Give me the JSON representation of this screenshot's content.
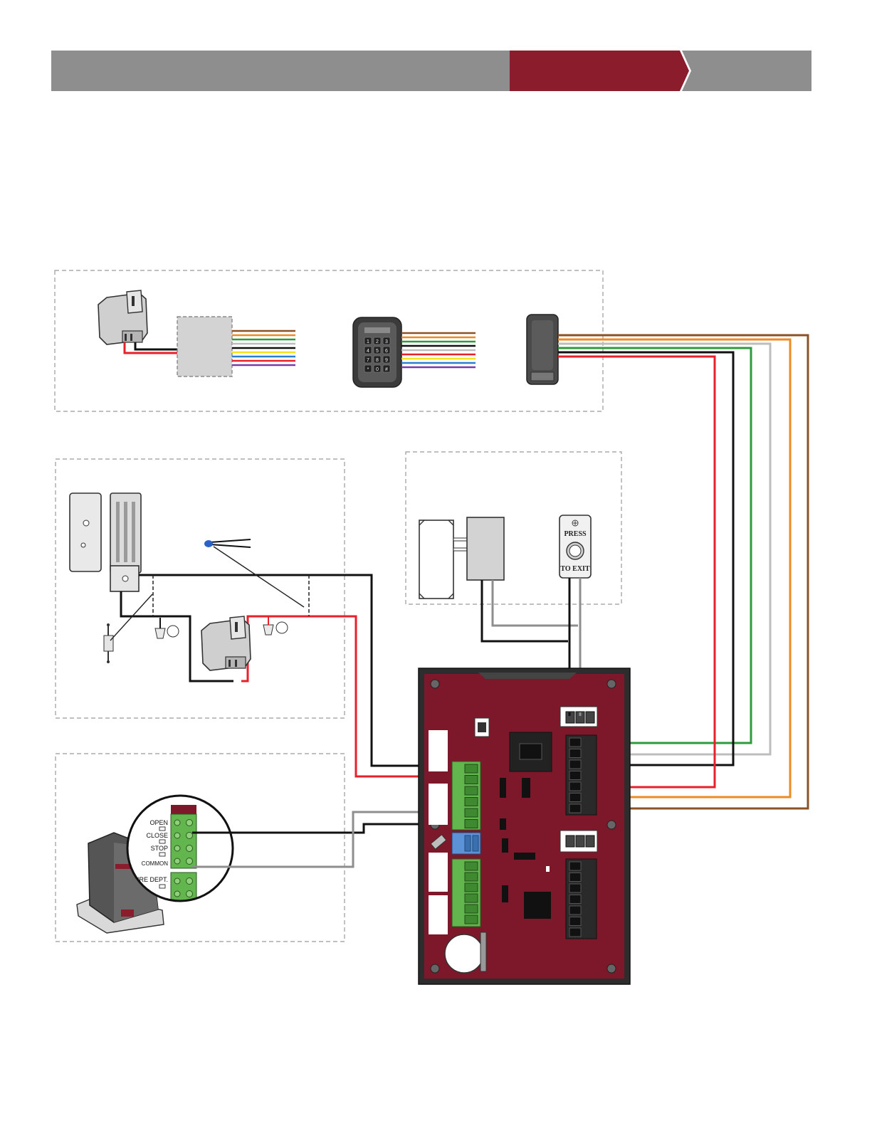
{
  "labels": {
    "push_button_top": "PRESS",
    "push_button_bottom": "TO EXIT",
    "operator_terminals": [
      "OPEN",
      "CLOSE",
      "STOP",
      "COMMON",
      "FIRE DEPT."
    ],
    "keypad_keys": [
      "1",
      "2",
      "3",
      "4",
      "5",
      "6",
      "7",
      "8",
      "9",
      "*",
      "0",
      "#"
    ]
  },
  "colors": {
    "banner_gray": "#8e8e8e",
    "banner_accent": "#8a1c2c",
    "board_red": "#7c1829",
    "terminal_green": "#63b54d",
    "terminal_blue": "#5c93d6",
    "wire_red": "#e8202a",
    "wire_black": "#111111",
    "wire_green": "#2e9a3c",
    "wire_gray": "#bdbdbd",
    "wire_orange": "#ee8a23",
    "wire_brown": "#8b5226",
    "wire_yellow": "#f5e11c",
    "wire_blue": "#2a7fd1",
    "wire_purple": "#7a3aa8"
  }
}
